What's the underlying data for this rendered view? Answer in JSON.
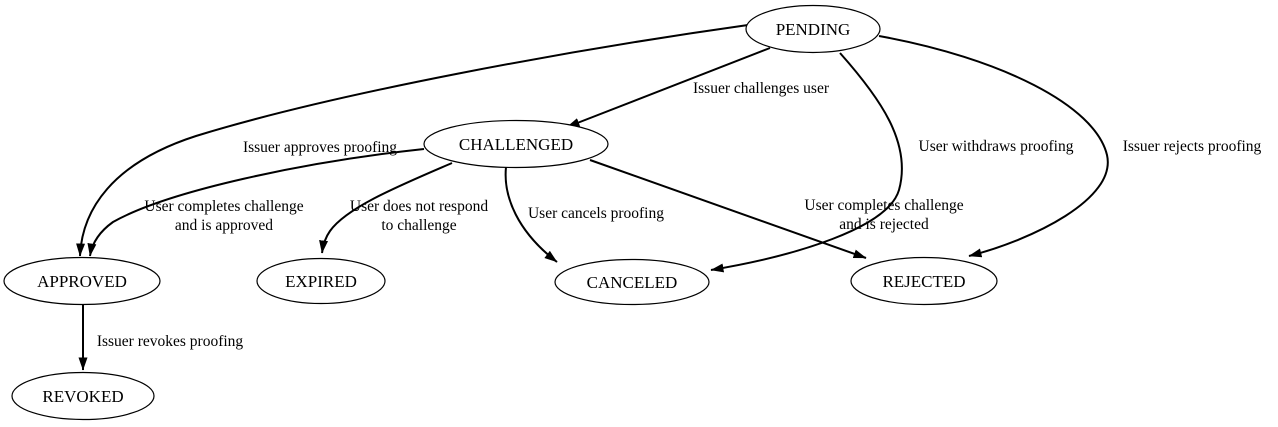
{
  "diagram": {
    "type": "state-diagram",
    "colors": {
      "background": "#ffffff",
      "node_fill": "#ffffff",
      "stroke": "#000000",
      "text": "#000000"
    },
    "nodes": [
      {
        "id": "pending",
        "label": "PENDING"
      },
      {
        "id": "challenged",
        "label": "CHALLENGED"
      },
      {
        "id": "approved",
        "label": "APPROVED"
      },
      {
        "id": "expired",
        "label": "EXPIRED"
      },
      {
        "id": "canceled",
        "label": "CANCELED"
      },
      {
        "id": "rejected",
        "label": "REJECTED"
      },
      {
        "id": "revoked",
        "label": "REVOKED"
      }
    ],
    "edges": [
      {
        "from": "PENDING",
        "to": "CHALLENGED",
        "label_lines": [
          "Issuer challenges user"
        ]
      },
      {
        "from": "PENDING",
        "to": "APPROVED",
        "label_lines": [
          "Issuer approves proofing"
        ]
      },
      {
        "from": "CHALLENGED",
        "to": "APPROVED",
        "label_lines": [
          "User completes challenge",
          "and is approved"
        ]
      },
      {
        "from": "CHALLENGED",
        "to": "EXPIRED",
        "label_lines": [
          "User does not respond",
          "to challenge"
        ]
      },
      {
        "from": "CHALLENGED",
        "to": "CANCELED",
        "label_lines": [
          "User cancels proofing"
        ]
      },
      {
        "from": "CHALLENGED",
        "to": "REJECTED",
        "label_lines": [
          "User completes challenge",
          "and is rejected"
        ]
      },
      {
        "from": "PENDING",
        "to": "CANCELED",
        "label_lines": [
          "User withdraws proofing"
        ]
      },
      {
        "from": "PENDING",
        "to": "REJECTED",
        "label_lines": [
          "Issuer rejects proofing"
        ]
      },
      {
        "from": "APPROVED",
        "to": "REVOKED",
        "label_lines": [
          "Issuer revokes proofing"
        ]
      }
    ]
  }
}
